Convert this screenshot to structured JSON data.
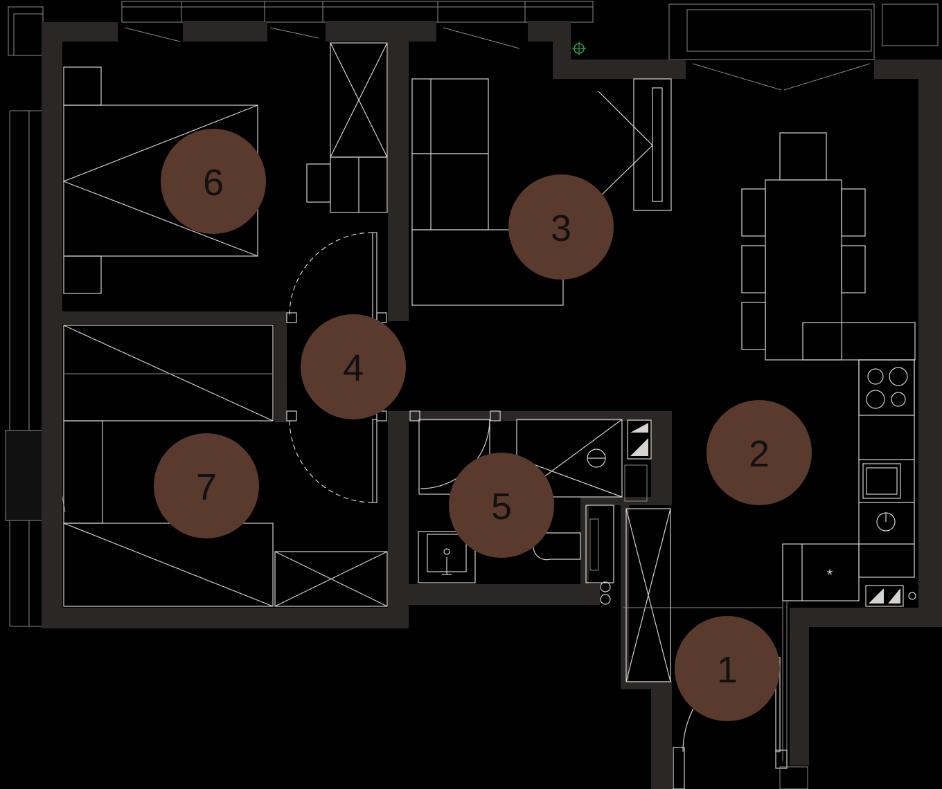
{
  "colors": {
    "background": "#000000",
    "wall": "#2b2726",
    "line": "#d6d3d0",
    "marker_fill": "#5a3a2c",
    "label": "#121010"
  },
  "rooms": [
    {
      "number": "1"
    },
    {
      "number": "2"
    },
    {
      "number": "3"
    },
    {
      "number": "4"
    },
    {
      "number": "5"
    },
    {
      "number": "6"
    },
    {
      "number": "7"
    }
  ],
  "symbols": {
    "fridge_mark": "*"
  }
}
